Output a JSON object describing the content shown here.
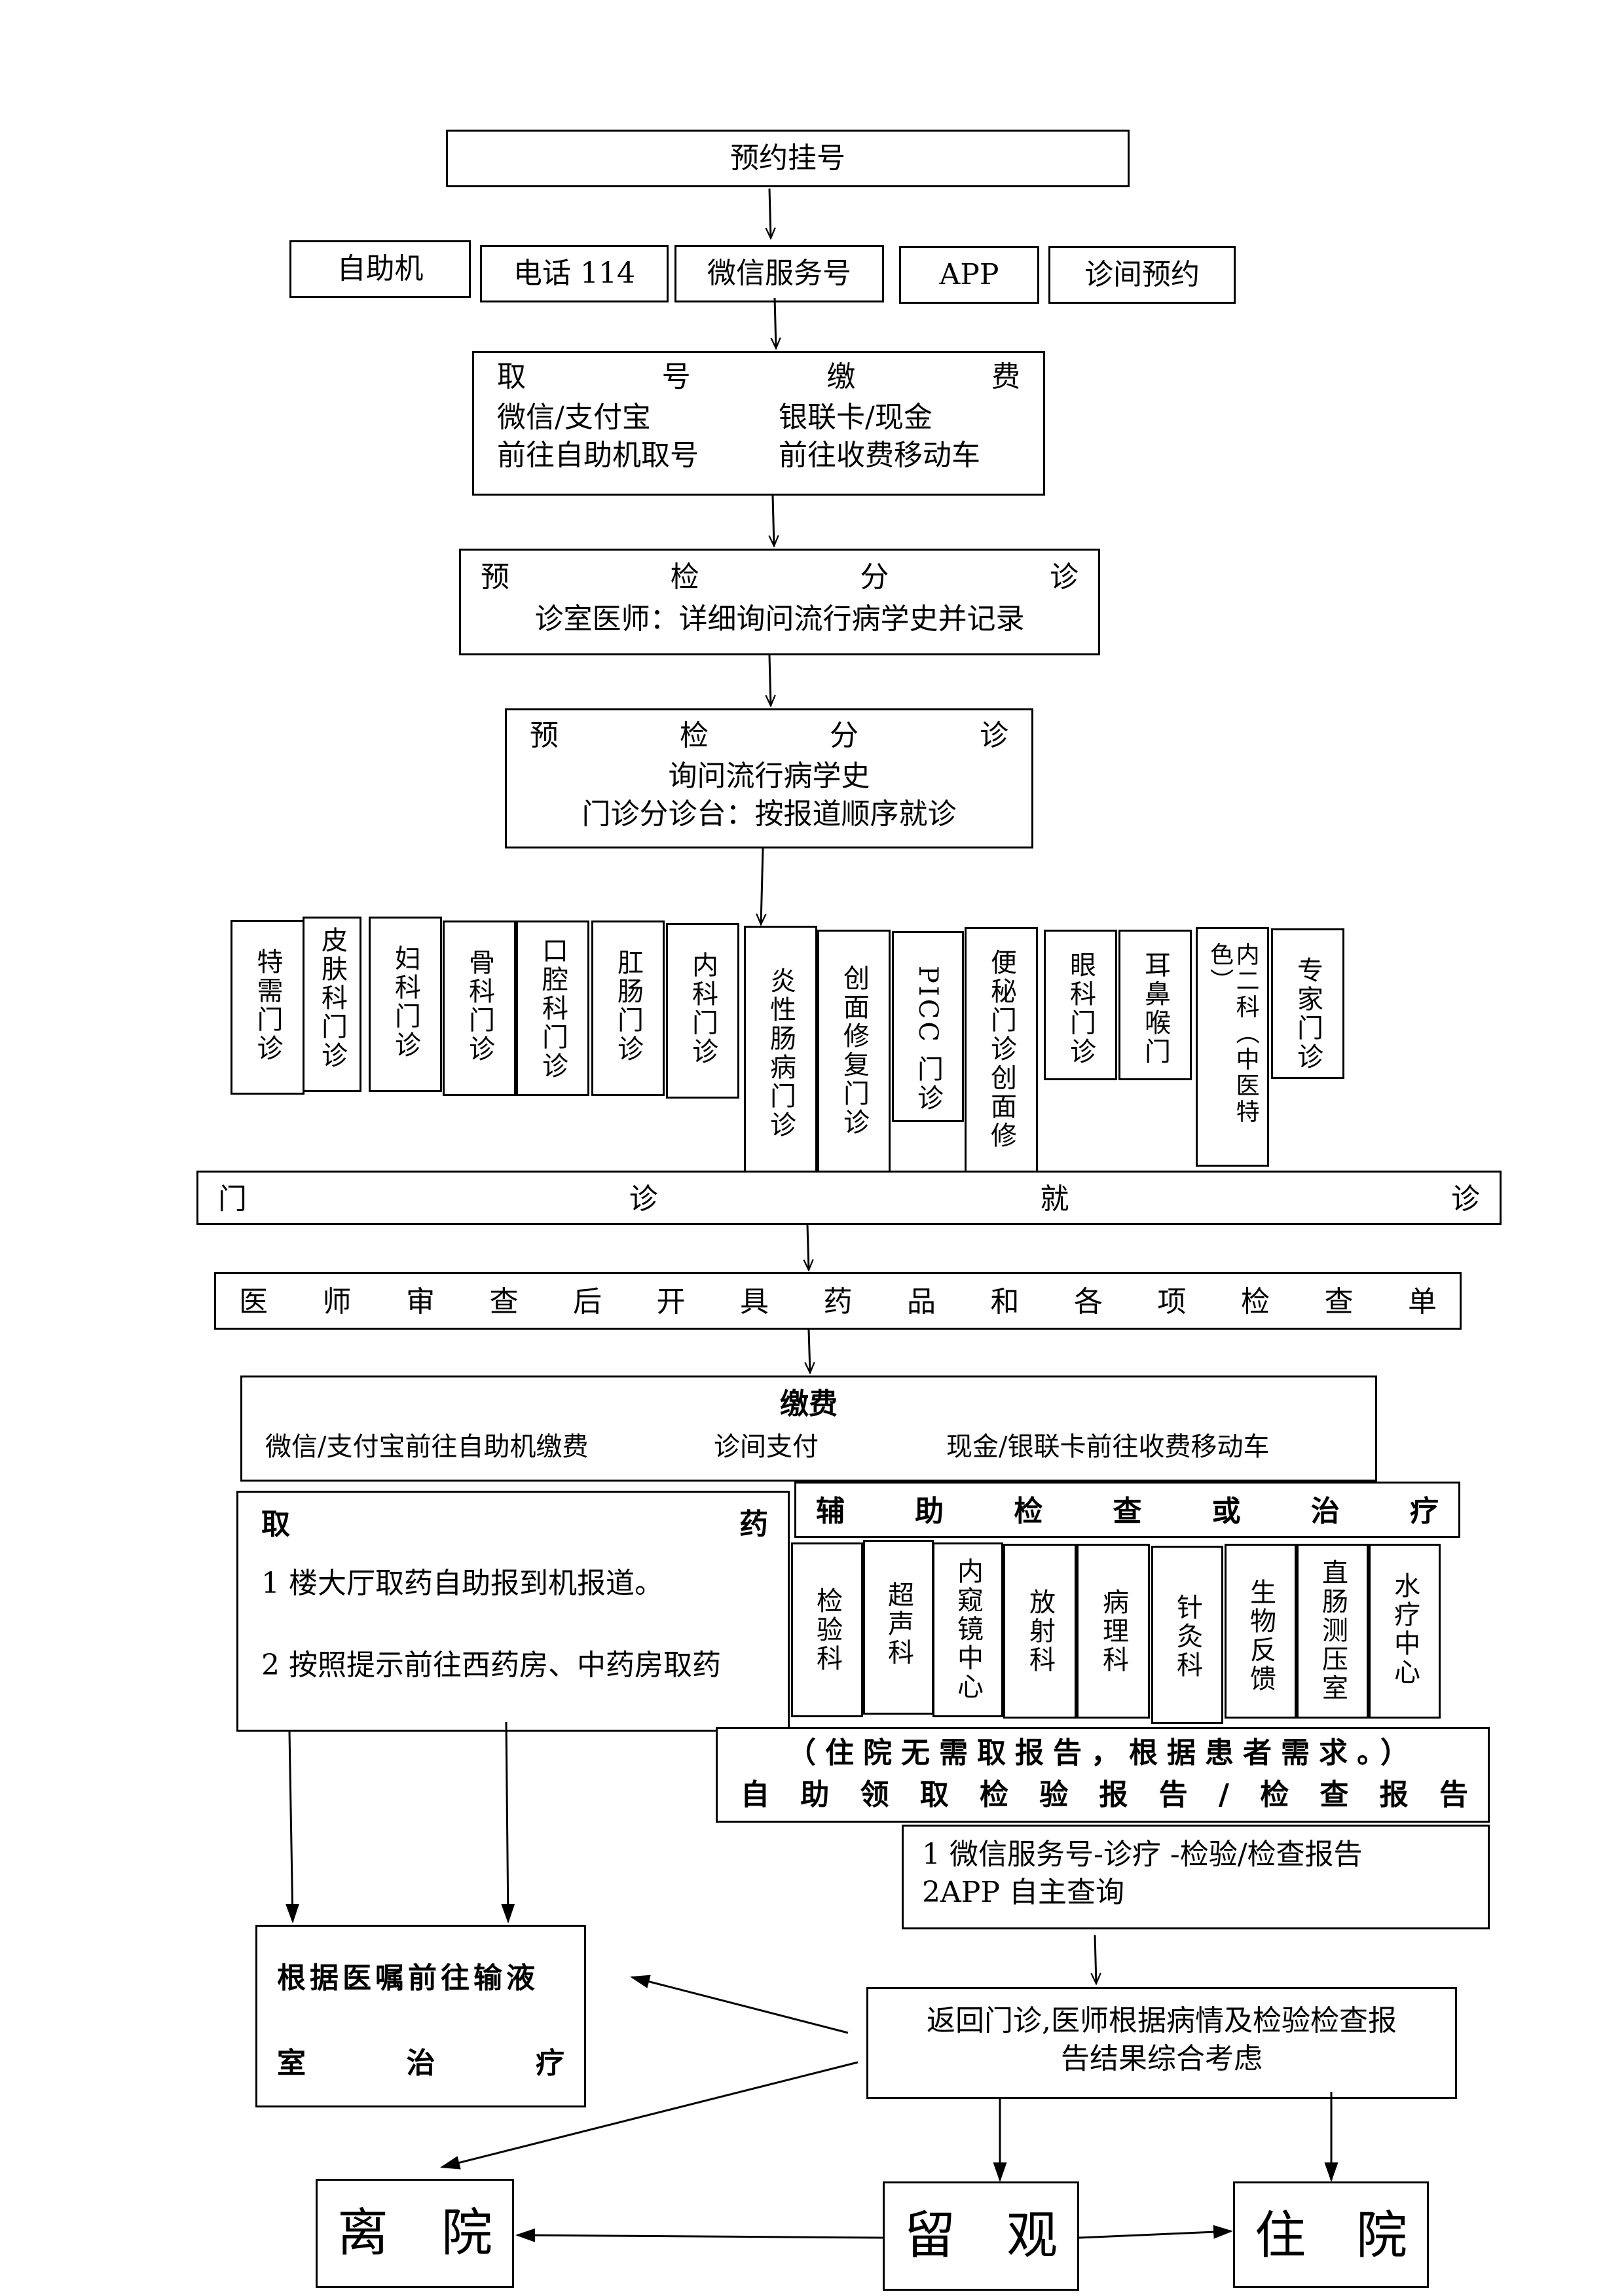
{
  "registration": {
    "title": "预约挂号",
    "channels": [
      "自助机",
      "电话 114",
      "微信服务号",
      "APP",
      "诊间预约"
    ]
  },
  "ticket_payment": {
    "title_chars": [
      "取",
      "号",
      "缴",
      "费"
    ],
    "col1": [
      "微信/支付宝",
      "前往自助机取号"
    ],
    "col2": [
      "银联卡/现金",
      "前往收费移动车"
    ]
  },
  "triage1": {
    "title_chars": [
      "预",
      "检",
      "分",
      "诊"
    ],
    "line": "诊室医师：详细询问流行病学史并记录"
  },
  "triage2": {
    "title_chars": [
      "预",
      "检",
      "分",
      "诊"
    ],
    "line1": "询问流行病学史",
    "line2": "门诊分诊台：按报道顺序就诊"
  },
  "departments": [
    "特需门诊",
    "皮肤科门诊",
    "妇科门诊",
    "骨科门诊",
    "口腔科门诊",
    "肛肠门诊",
    "内科门诊",
    "炎性肠病门诊",
    "创面修复门诊",
    "PICC 门诊",
    "便秘门诊创面修",
    "眼科门诊",
    "耳鼻喉门",
    "内二科（中医特色）",
    "专家门诊"
  ],
  "outpatient": {
    "title_chars": [
      "门",
      "诊",
      "就",
      "诊"
    ]
  },
  "doctor_review": {
    "title_chars": [
      "医",
      "师",
      "审",
      "查",
      "后",
      "开",
      "具",
      "药",
      "品",
      "和",
      "各",
      "项",
      "检",
      "查",
      "单"
    ]
  },
  "payment": {
    "title": "缴费",
    "options": [
      "微信/支付宝前往自助机缴费",
      "诊间支付",
      "现金/银联卡前往收费移动车"
    ]
  },
  "pharmacy": {
    "title_chars": [
      "取",
      "药"
    ],
    "step1": "1 楼大厅取药自助报到机报道。",
    "step2": "2 按照提示前往西药房、中药房取药"
  },
  "auxiliary": {
    "title_chars": [
      "辅",
      "助",
      "检",
      "查",
      "或",
      "治",
      "疗"
    ],
    "items": [
      "检验科",
      "超声科",
      "内窥镜中心",
      "放射科",
      "病理科",
      "针灸科",
      "生物反馈",
      "直肠测压室",
      "水疗中心"
    ]
  },
  "report": {
    "line1": "（住院无需取报告，根据患者需求。）",
    "line2_chars": [
      "自",
      "助",
      "领",
      "取",
      "检",
      "验",
      "报",
      "告",
      "/",
      "检",
      "查",
      "报",
      "告"
    ]
  },
  "report_channels": {
    "line1": "1 微信服务号-诊疗 -检验/检查报告",
    "line2": "2APP 自主查询"
  },
  "infusion": {
    "line1": "根据医嘱前往输液",
    "line2_chars": [
      "室",
      "治",
      "疗"
    ]
  },
  "return_visit": {
    "line1": "返回门诊,医师根据病情及检验检查报",
    "line2": "告结果综合考虑"
  },
  "outcomes": {
    "discharge_chars": [
      "离",
      "院"
    ],
    "observation_chars": [
      "留",
      "观"
    ],
    "admission_chars": [
      "住",
      "院"
    ]
  }
}
